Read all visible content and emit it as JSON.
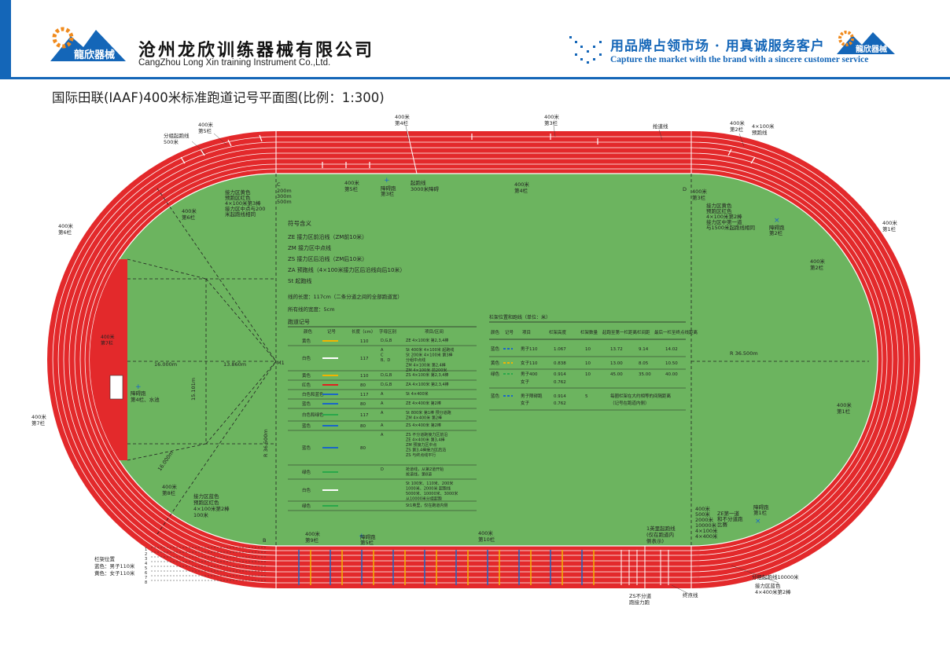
{
  "header": {
    "logo_text": "龍欣器械",
    "company_cn": "沧州龙欣训练器械有限公司",
    "company_en": "CangZhou Long Xin training Instrument Co.,Ltd.",
    "slogan_cn": "用品牌占领市场 · 用真诚服务客户",
    "slogan_en": "Capture the market with the brand with a sincere customer service",
    "logo_small_text": "龍欣器械"
  },
  "title": "国际田联(IAAF)400米标准跑道记号平面图(比例：1:300)",
  "outside_labels": {
    "split500": [
      "分组起跑线",
      "500米"
    ],
    "m400_5": [
      "400米",
      "第5栏"
    ],
    "m400_4": [
      "400米",
      "第4栏"
    ],
    "m400_3": [
      "400米",
      "第3栏"
    ],
    "break_line": "抢道线",
    "m400_2": [
      "400米",
      "第2栏"
    ],
    "relay_pre": [
      "4×100米",
      "预跑线"
    ],
    "m400_6_left": [
      "400米",
      "第6栏"
    ],
    "m400_1_right": [
      "400米",
      "第1栏"
    ],
    "m400_7_left": [
      "400米",
      "第7栏"
    ],
    "m400_1_right2": [
      "400米",
      "第1栏"
    ],
    "hurdle_pos": [
      "栏架位置",
      "蓝色：男子110米",
      "黄色：女子110米"
    ],
    "zs_no_split": [
      "ZS不分道",
      "跑接力跑"
    ],
    "finish": "终点线",
    "split10000": "分组起跑线10000米",
    "relay_zone_blue": [
      "接力区蓝色",
      "4×400米第2棒"
    ],
    "lane_nums": [
      "1",
      "2",
      "3",
      "4",
      "5",
      "6",
      "7",
      "8"
    ]
  },
  "field_labels": {
    "c_label": [
      "C",
      "200m",
      "300m",
      "500m"
    ],
    "m400_5_in": [
      "400米",
      "第5栏"
    ],
    "obstacle3": [
      "障碍跑",
      "第3栏"
    ],
    "start3000": [
      "起跑线",
      "3000米障碍"
    ],
    "m400_4_in": [
      "400米",
      "第4栏"
    ],
    "d_label": "D",
    "relay_yellow_left": [
      "接力区黄色",
      "预跑区红色",
      "4×100米第3棒",
      "接力区中点与200",
      "米起跑线相同"
    ],
    "m400_6_in": [
      "400米",
      "第6栏"
    ],
    "m400_3_in": [
      "400米",
      "第3栏"
    ],
    "relay_yellow_right": [
      "接力区黄色",
      "预跑区红色",
      "4×100米第2棒",
      "接力区中第一道",
      "与1500米起跑线相同"
    ],
    "obstacle2": [
      "障碍跑",
      "第2栏"
    ],
    "m400_2_in": [
      "400米",
      "第2栏"
    ],
    "m400_7_red": [
      "400米",
      "第7栏"
    ],
    "dim_16": "16.000m",
    "dim_13": "13.860m",
    "dim_15": "15.101m",
    "dim_16b": "16.000m",
    "radius_left": "R 36.500m",
    "radius_right": "R 36.500m",
    "m1": "M1",
    "water_pit": [
      "障碍跑",
      "第4栏、水池"
    ],
    "m400_8_in": [
      "400米",
      "第8栏"
    ],
    "relay_blue_left": [
      "接力区蓝色",
      "预跑区红色",
      "4×100米第2棒",
      "100米"
    ],
    "m400_9_in": [
      "400米",
      "第9栏"
    ],
    "obstacle5": [
      "障碍跑",
      "第5栏"
    ],
    "m400_10_in": [
      "400米",
      "第10栏"
    ],
    "start1mile": [
      "1英里起跑线",
      "(仅在跑道内",
      "侧表示)"
    ],
    "b_label": "B",
    "right_bottom": [
      "400米",
      "500米",
      "2000米",
      "10000米",
      "4×100米",
      "4×400米"
    ],
    "ze_note": [
      "ZE第一道",
      "和不分道跑",
      "比赛"
    ],
    "obstacle1": [
      "障碍跑",
      "第1栏"
    ]
  },
  "legend": {
    "title": "符号含义",
    "items": [
      "ZE 接力区前沿线（ZM前10米）",
      "ZM 接力区中点线",
      "ZS 接力区后沿线（ZM后10米）",
      "ZA 预跑线（4×100米接力区后沿线向后10米）",
      "St 起跑线"
    ],
    "lane_length": "线的长度：117cm（二条分道之间的全部跑道宽）",
    "line_width": "所有线的宽度：5cm"
  },
  "runway_table": {
    "title": "跑道记号",
    "headers": [
      "颜色",
      "记号",
      "长度（cm）",
      "字母区别",
      "项目/区间"
    ],
    "rows": [
      {
        "color": "黄色",
        "mark": "#f2b400",
        "len": "110",
        "letter": "D,G,B",
        "item": "ZE 4×100米 第2,3,4棒"
      },
      {
        "color": "白色",
        "mark": "#ffffff",
        "len": "117",
        "letter": "A\nC\nB、D",
        "item": "St 400米 4×100米 起跑线\nSt 200米 4×100米 第3棒\n分组中点线\nZM 4×100米 第2,4棒\nZM 4×100米 前200米"
      },
      {
        "color": "黄色",
        "mark": "#f2b400",
        "len": "110",
        "letter": "D,G,B",
        "item": "ZS 4×100米 第2,3,4棒"
      },
      {
        "color": "红色",
        "mark": "#e02020",
        "len": "80",
        "letter": "D,G,B",
        "item": "ZA 4×100米 第2,3,4棒"
      },
      {
        "color": "白色和蓝色",
        "mark": "#1a66c8",
        "len": "117",
        "letter": "A",
        "item": "St 4×400米"
      },
      {
        "color": "蓝色",
        "mark": "#1a66c8",
        "len": "80",
        "letter": "A",
        "item": "ZE 4×400米 第2棒"
      },
      {
        "color": "白色和绿色",
        "mark": "#2aa84a",
        "len": "117",
        "letter": "A",
        "item": "St 800米 第1棒 预分道跑\nZM 4×400米 第2棒"
      },
      {
        "color": "蓝色",
        "mark": "#1a66c8",
        "len": "80",
        "letter": "A",
        "item": "ZS 4×400米 第2棒"
      },
      {
        "color": "蓝色",
        "mark": "#1a66c8",
        "len": "80",
        "letter": "A",
        "item": "ZS 不分道跑接力区前沿\nZE 4×400米 第3,4棒\nZM 预接力区中点\nZS 第3,4棒接力区后沿\nZS 与终点线平行"
      },
      {
        "color": "绿色",
        "mark": "#2aa84a",
        "len": "",
        "letter": "D",
        "item": "抢道线，从第2道开始\n抢道线，第8道"
      },
      {
        "color": "白色",
        "mark": "#ffffff",
        "len": "",
        "letter": "",
        "item": "St 100米、110米、200米\n1000米、2000米 起跑线\n5000米、10000米、3000米\n从10000米分组起跑"
      },
      {
        "color": "绿色",
        "mark": "#2aa84a",
        "len": "",
        "letter": "",
        "item": "St1英里，仅在跑道内侧"
      }
    ]
  },
  "hurdle_table": {
    "title": "栏架位置和跑线（单位：米）",
    "headers": [
      "颜色",
      "记号",
      "项目",
      "栏架高度",
      "栏架数量",
      "起跑至第一栏距离",
      "栏间距",
      "最后一栏至终点线距离"
    ],
    "rows": [
      {
        "color": "蓝色",
        "mark": "#1a66c8",
        "item": "男子110",
        "height": "1.067",
        "count": "10",
        "first": "13.72",
        "between": "9.14",
        "last": "14.02"
      },
      {
        "color": "黄色",
        "mark": "#f2b400",
        "item": "女子110",
        "height": "0.838",
        "count": "10",
        "first": "13.00",
        "between": "8.05",
        "last": "10.50"
      },
      {
        "color": "绿色",
        "mark": "#2aa84a",
        "item": "男子400",
        "height": "0.914",
        "count": "10",
        "first": "45.00",
        "between": "35.00",
        "last": "40.00"
      },
      {
        "color": "",
        "mark": "",
        "item": "女子",
        "height": "0.762",
        "count": "",
        "first": "",
        "between": "",
        "last": ""
      },
      {
        "color": "蓝色",
        "mark": "#1a66c8",
        "item": "男子障碍跑",
        "height": "0.914",
        "count": "5",
        "first": "每圈栏架在大约相等的间隔距离",
        "between": "",
        "last": ""
      },
      {
        "color": "",
        "mark": "",
        "item": "女子",
        "height": "0.762",
        "count": "",
        "first": "（记号在跑道内侧）",
        "between": "",
        "last": ""
      }
    ]
  },
  "colors": {
    "track_red": "#e3292b",
    "field_green": "#6cb45f",
    "brand_blue": "#1466b8",
    "line_white": "#ffffff"
  }
}
